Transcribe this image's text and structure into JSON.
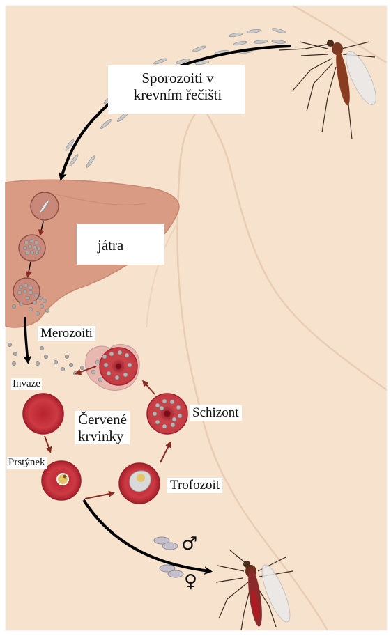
{
  "labels": {
    "sporozoites_line1": "Sporozoiti v",
    "sporozoites_line2": "krevním řečišti",
    "liver": "játra",
    "merozoites": "Merozoiti",
    "invasion": "Invaze",
    "red_cells_line1": "Červené",
    "red_cells_line2": "krvinky",
    "schizont": "Schizont",
    "ring": "Prstýnek",
    "trophozoite": "Trofozoit"
  },
  "symbols": {
    "male": "♂",
    "female": "♀"
  },
  "colors": {
    "skin": "#f6e2cd",
    "skin_edge": "#ecd0b6",
    "liver": "#d99b84",
    "red_cell": "#c8333c",
    "red_cell_dark": "#9e1f28",
    "arrow": "#000000",
    "small_arrow": "#8a2a20",
    "parasite": "#9a9a9a"
  },
  "icons": [
    "mosquito-icon",
    "liver-icon",
    "red-blood-cell-icon",
    "sporozoite-icon",
    "gametocyte-icon"
  ]
}
